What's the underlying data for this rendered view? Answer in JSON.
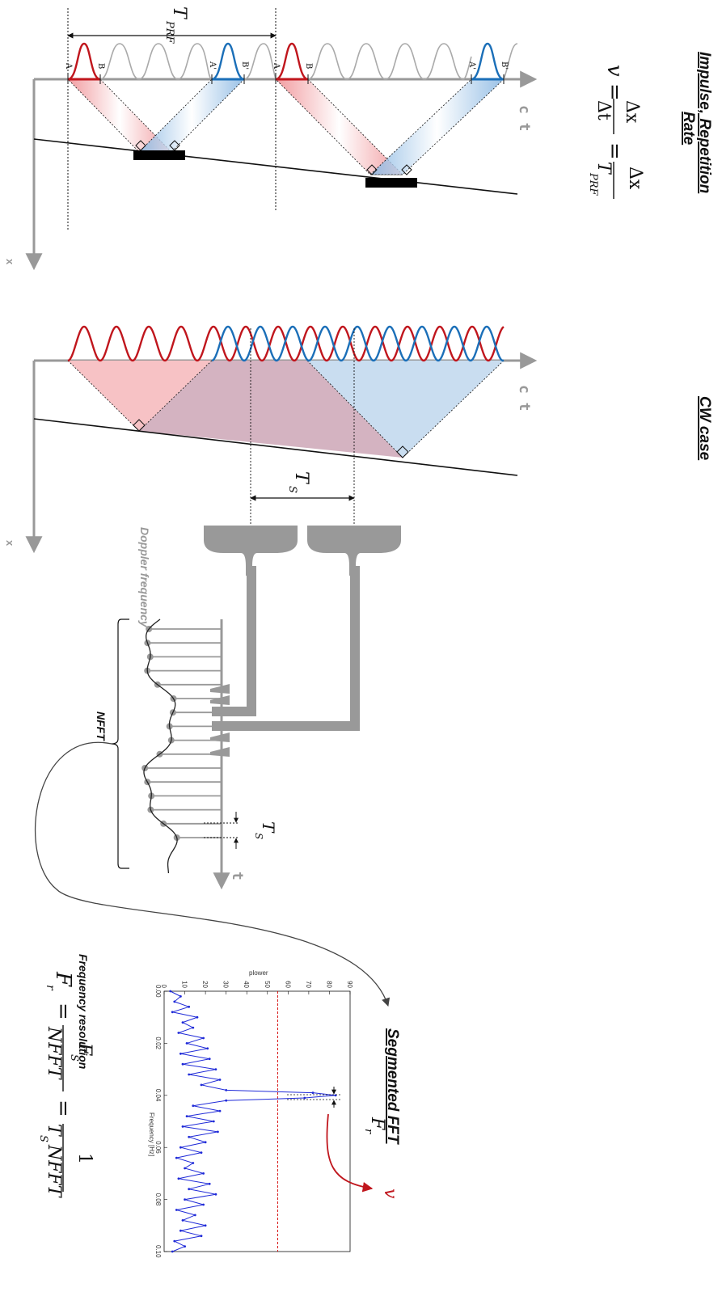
{
  "titles": {
    "impulse_line1": "Impulse, Repetition",
    "impulse_line2": "Rate",
    "cw": "CW  case",
    "segmented_fft": "Segmented FFT",
    "frequency_resolution": "Frequency resolution",
    "doppler_frequency": "Doppler frequency",
    "nfft": "NFFT"
  },
  "axes": {
    "ct": "c t",
    "x": "x",
    "t": "t"
  },
  "pulse_labels": {
    "A": "A",
    "B": "B",
    "A_prime": "A'",
    "B_prime": "B'"
  },
  "symbols": {
    "tprf": "T",
    "tprf_sub": "PRF",
    "ts": "T",
    "ts_sub": "S",
    "fr": "F",
    "fr_sub": "r",
    "v": "v"
  },
  "formulas": {
    "velocity_lhs": "v =",
    "velocity_num1": "Δx",
    "velocity_den1": "Δt",
    "velocity_eq": "=",
    "velocity_num2": "Δx",
    "velocity_den2": "T",
    "velocity_den2_sub": "PRF",
    "fr_lhs": "F",
    "fr_lhs_sub": "r",
    "fr_eq1": "=",
    "fr_num1": "F",
    "fr_num1_sub": "S",
    "fr_den1": "NFFT",
    "fr_eq2": "=",
    "fr_num2": "1",
    "fr_den2": "T",
    "fr_den2_sub": "S",
    "fr_den2_tail": "NFFT"
  },
  "colors": {
    "red": "#c0161d",
    "blue": "#1b6fb8",
    "grey": "#999999",
    "red_fill": "#f7c2c5",
    "blue_fill": "#c9ddf0",
    "mix_fill": "#d4b3c1",
    "plot_line": "#1f2ad8",
    "threshold": "#d40000"
  },
  "chart_data": {
    "type": "line",
    "title": "",
    "xlabel": "Frequency [Hz]",
    "ylabel": "plower",
    "xlim": [
      0,
      0.1
    ],
    "ylim": [
      0,
      90
    ],
    "x_ticks": [
      "0.00",
      "0.02",
      "0.04",
      "0.06",
      "0.08",
      "0.10"
    ],
    "y_ticks": [
      "0",
      "10",
      "20",
      "30",
      "40",
      "50",
      "60",
      "70",
      "80",
      "90"
    ],
    "threshold": 55,
    "grid": false,
    "series": [
      {
        "x": [
          0.0,
          0.002,
          0.004,
          0.006,
          0.008,
          0.01,
          0.012,
          0.014,
          0.016,
          0.018,
          0.02,
          0.022,
          0.024,
          0.026,
          0.028,
          0.03,
          0.032,
          0.034,
          0.036,
          0.038,
          0.039,
          0.04,
          0.041,
          0.042,
          0.044,
          0.046,
          0.048,
          0.05,
          0.052,
          0.054,
          0.056,
          0.058,
          0.06,
          0.062,
          0.064,
          0.066,
          0.068,
          0.07,
          0.072,
          0.074,
          0.076,
          0.078,
          0.08,
          0.082,
          0.084,
          0.086,
          0.088,
          0.09,
          0.092,
          0.094,
          0.096,
          0.098,
          0.1
        ],
        "y": [
          3,
          8,
          5,
          12,
          4,
          16,
          9,
          14,
          7,
          19,
          11,
          21,
          8,
          22,
          9,
          25,
          12,
          27,
          18,
          30,
          72,
          83,
          68,
          30,
          14,
          27,
          11,
          24,
          9,
          26,
          12,
          20,
          8,
          18,
          6,
          14,
          10,
          19,
          7,
          22,
          12,
          25,
          10,
          19,
          6,
          15,
          9,
          20,
          8,
          18,
          5,
          10,
          4
        ]
      }
    ]
  }
}
